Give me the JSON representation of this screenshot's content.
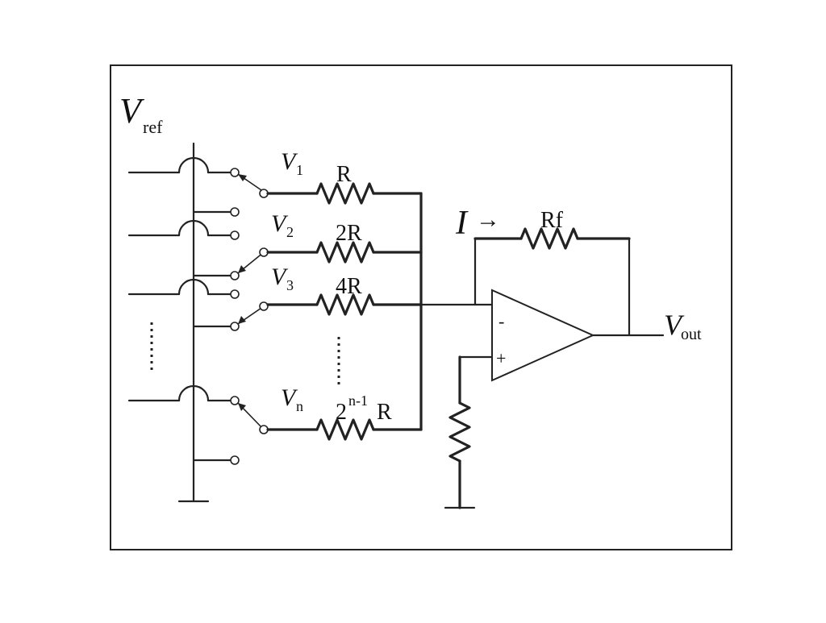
{
  "diagram": {
    "vref": {
      "main": "V",
      "sub": "ref"
    },
    "inputs": [
      {
        "main": "V",
        "sub": "1"
      },
      {
        "main": "V",
        "sub": "2"
      },
      {
        "main": "V",
        "sub": "3"
      },
      {
        "main": "V",
        "sub": "n"
      }
    ],
    "resistors": [
      {
        "text": "R"
      },
      {
        "text": "2R"
      },
      {
        "text": "4R"
      },
      {
        "text": "2",
        "sup": "n-1",
        "tail": "R"
      }
    ],
    "feedback": {
      "current": "I",
      "arrow": "→",
      "label": "Rf"
    },
    "opamp": {
      "minus": "-",
      "plus": "+"
    },
    "output": {
      "main": "V",
      "sub": "out"
    }
  }
}
